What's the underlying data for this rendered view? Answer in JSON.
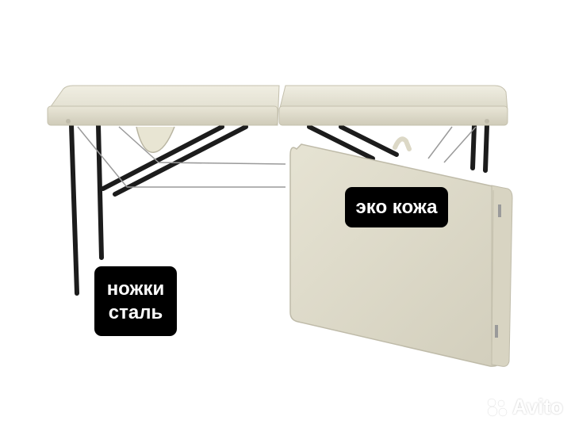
{
  "product": {
    "type": "folding massage table",
    "color": "#e8e5d6",
    "frame_color": "#1c1c1c"
  },
  "labels": {
    "legs": [
      "ножки",
      "сталь"
    ],
    "upholstery": "эко кожа"
  },
  "watermark": {
    "text": "Avito",
    "icon": "avito-dots-icon"
  }
}
